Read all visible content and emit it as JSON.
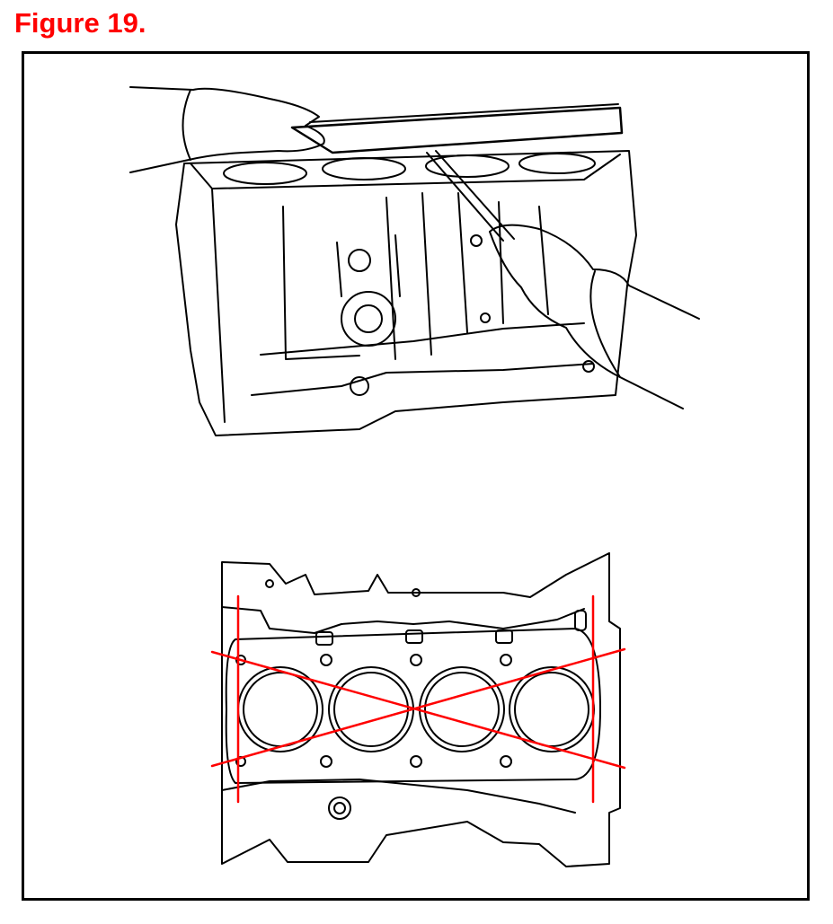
{
  "figure": {
    "title": "Figure 19."
  },
  "colors": {
    "title": "#ff0000",
    "frame": "#000000",
    "line_art": "#000000",
    "measurement_lines": "#ff0000"
  },
  "illustrations": [
    {
      "name": "straightedge-check-on-cylinder-block",
      "icon": "engine-block-with-straightedge"
    },
    {
      "name": "cylinder-block-deck-measurement-pattern",
      "icon": "cylinder-deck-with-red-lines"
    }
  ]
}
